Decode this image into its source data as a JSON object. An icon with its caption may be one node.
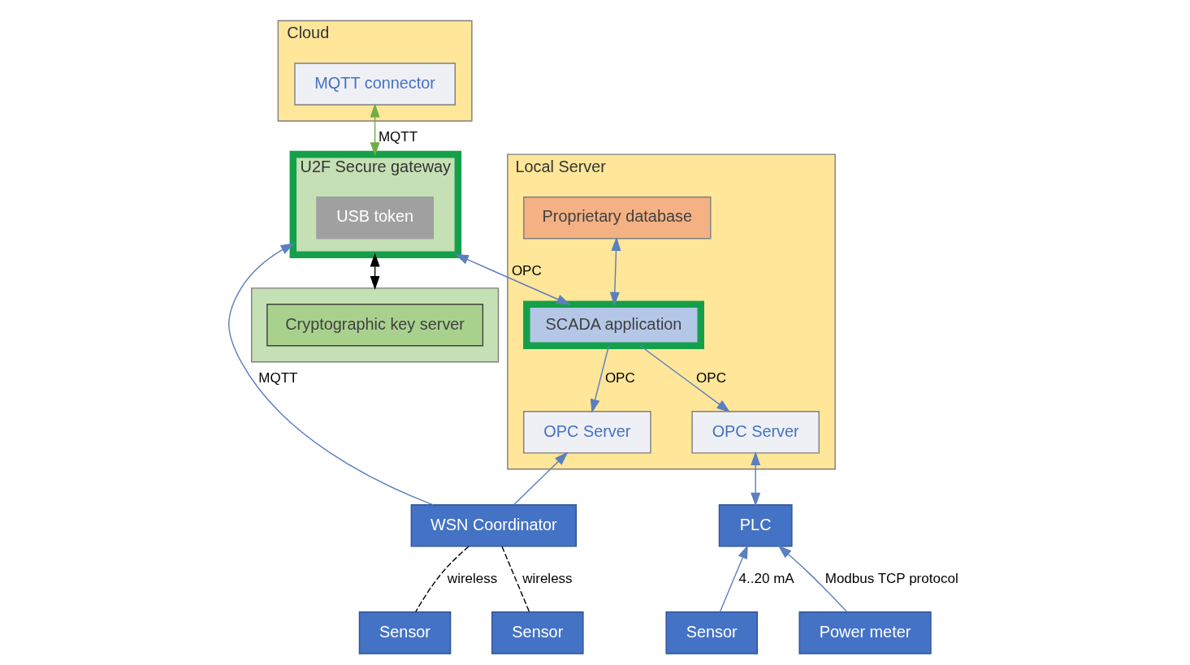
{
  "diagram": {
    "nodes": [
      {
        "text": [
          "Cloud"
        ]
      },
      {
        "text": [
          "MQTT connector"
        ],
        "in": 0
      },
      {
        "text": [
          "U2F Secure gateway"
        ]
      },
      {
        "text": [
          "USB token"
        ],
        "in": 2
      },
      {
        "text": [],
        "shape": "box"
      },
      {
        "text": [
          "Cryptographic key server"
        ],
        "in": 4
      },
      {
        "text": [
          "Local Server"
        ]
      },
      {
        "text": [
          "Proprietary database"
        ],
        "in": 6
      },
      {
        "text": [
          "SCADA application"
        ],
        "in": 6
      },
      {
        "text": [
          "OPC Server"
        ],
        "in": 6
      },
      {
        "text": [
          "OPC Server"
        ],
        "in": 6
      },
      {
        "text": [
          "WSN Coordinator"
        ]
      },
      {
        "text": [
          "PLC"
        ]
      },
      {
        "text": [
          "Sensor"
        ]
      },
      {
        "text": [
          "Sensor"
        ]
      },
      {
        "text": [
          "Sensor"
        ]
      },
      {
        "text": [
          "Power meter"
        ]
      }
    ],
    "edges": [
      {
        "from": 1,
        "to": 2,
        "arrow": "both",
        "label": "MQTT",
        "color": "#70ad47"
      },
      {
        "from": 2,
        "to": 4,
        "arrow": "both",
        "color": "#000000"
      },
      {
        "from": 2,
        "to": 8,
        "arrow": "both",
        "label": "OPC"
      },
      {
        "from": 7,
        "to": 8,
        "arrow": "both"
      },
      {
        "from": 8,
        "to": 9,
        "arrow": "to",
        "label": "OPC"
      },
      {
        "from": 8,
        "to": 10,
        "arrow": "to",
        "label": "OPC"
      },
      {
        "from": 11,
        "to": 2,
        "arrow": "to",
        "label": "MQTT"
      },
      {
        "from": 11,
        "to": 9,
        "arrow": "to"
      },
      {
        "from": 10,
        "to": 12,
        "arrow": "both"
      },
      {
        "from": 11,
        "to": 13,
        "arrow": "none",
        "style": "dashed",
        "label": "wireless",
        "color": "#000000"
      },
      {
        "from": 11,
        "to": 14,
        "arrow": "none",
        "style": "dashed",
        "label": "wireless",
        "color": "#000000"
      },
      {
        "from": 15,
        "to": 12,
        "arrow": "to",
        "label": "4..20 mA"
      },
      {
        "from": 16,
        "to": 12,
        "arrow": "to",
        "label": "Modbus TCP protocol"
      }
    ]
  }
}
